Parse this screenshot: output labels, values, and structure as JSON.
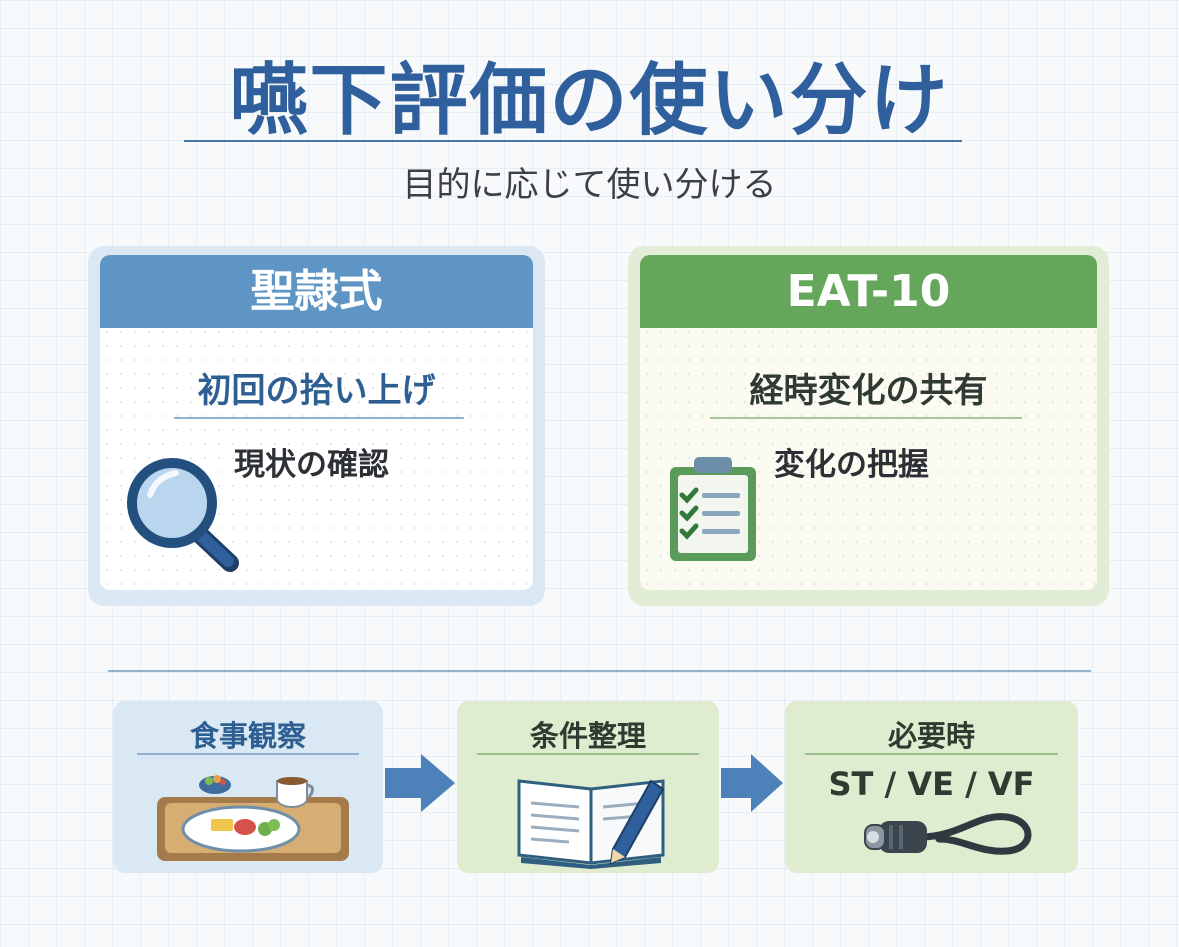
{
  "title": "嚥下評価の使い分け",
  "subtitle": "目的に応じて使い分ける",
  "colors": {
    "title_blue": "#2f5f9c",
    "card_blue_header": "#5e95c4",
    "card_green_header": "#64a65a",
    "step_blue": "#d9e8f3",
    "step_green": "#dfeccf",
    "arrow": "#4c81b9"
  },
  "cards": [
    {
      "heading": "聖隷式",
      "purpose": "初回の拾い上げ",
      "note": "現状の確認",
      "icon": "magnifying-glass-icon"
    },
    {
      "heading": "EAT-10",
      "purpose": "経時変化の共有",
      "note": "変化の把握",
      "icon": "clipboard-checklist-icon"
    }
  ],
  "steps": [
    {
      "label": "食事観察",
      "icon": "meal-tray-icon"
    },
    {
      "label": "条件整理",
      "icon": "notebook-pen-icon"
    },
    {
      "label": "必要時",
      "detail": "ST / VE / VF",
      "icon": "endoscope-icon"
    }
  ],
  "arrows": [
    "arrow-right-icon",
    "arrow-right-icon"
  ]
}
